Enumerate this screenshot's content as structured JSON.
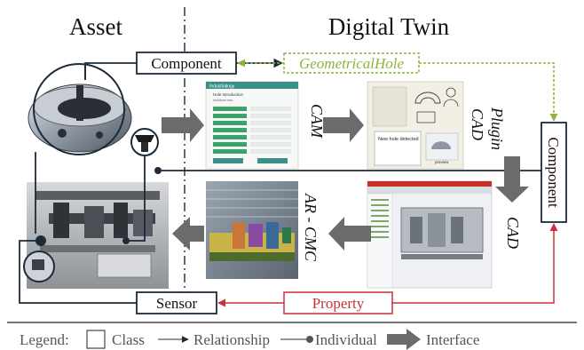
{
  "headings": {
    "asset": "Asset",
    "digital_twin": "Digital Twin"
  },
  "class_boxes": {
    "component_top": "Component",
    "component_right": "Component",
    "sensor": "Sensor",
    "property": "Property",
    "geometrical_hole": "GeometricalHole"
  },
  "interfaces": {
    "cam": "CAM",
    "cad_plugin_1": "CAD",
    "cad_plugin_2": "Plugin",
    "cad": "CAD",
    "ar_cmc": "AR - CMC"
  },
  "screens": {
    "cam_app_title": "Industrialogy",
    "cam_panel_heading": "Hole Introduction",
    "cam_panel_sub": "Introduce hole...",
    "plugin_message": "New hole detected",
    "plugin_preview": "preview"
  },
  "legend": {
    "title": "Legend:",
    "class": "Class",
    "relationship": "Relationship",
    "individual": "Individual",
    "interface": "Interface"
  },
  "colors": {
    "line": "#1c2a3a",
    "green": "#8db33a",
    "red": "#c8303a",
    "interface_arrow": "#6b6b6b"
  }
}
